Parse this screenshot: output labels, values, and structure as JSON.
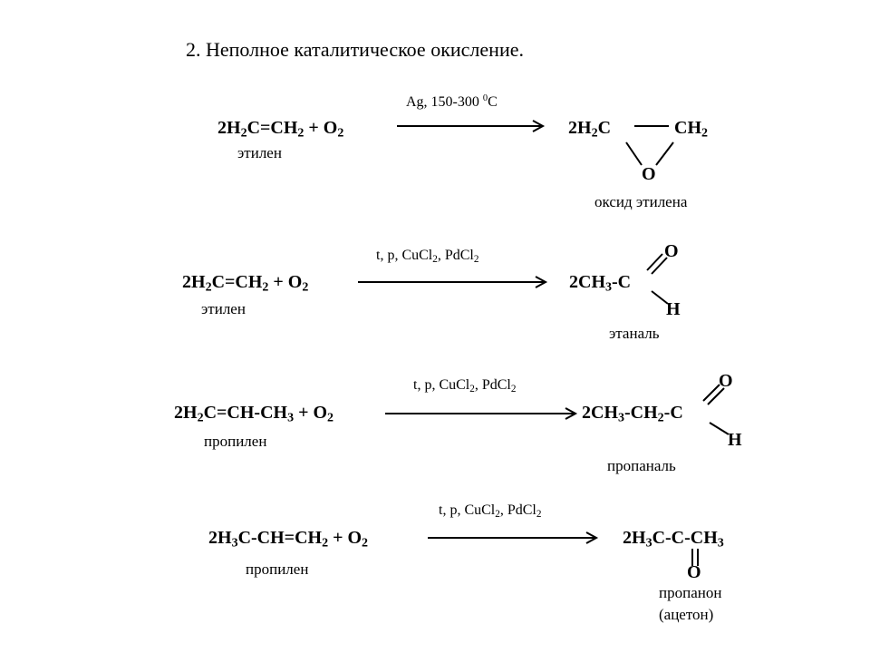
{
  "title": "2.   Неполное каталитическое окисление.",
  "reactions": [
    {
      "reactant_a": "2H",
      "reactant_b": "C=CH",
      "reactant_c": " + O",
      "conditions_a": "Ag, 150-300 ",
      "conditions_sup": "0",
      "conditions_b": "C",
      "product_left": "2H",
      "product_left_b": "C",
      "product_right": "CH",
      "product_o": "O",
      "reactant_name": "этилен",
      "product_name": "оксид этилена"
    },
    {
      "reactant_a": "2H",
      "reactant_b": "C=CH",
      "reactant_c": " + O",
      "conditions_a": "t, p, CuCl",
      "conditions_b": ", PdCl",
      "product_a": "2CH",
      "product_b": "-C",
      "product_o": "O",
      "product_h": "H",
      "reactant_name": "этилен",
      "product_name": "этаналь"
    },
    {
      "reactant_a": "2H",
      "reactant_b": "C=CH-CH",
      "reactant_c": " + O",
      "conditions_a": "t, p, CuCl",
      "conditions_b": ", PdCl",
      "product_a": "2CH",
      "product_b": "-CH",
      "product_c": "-C",
      "product_o": "O",
      "product_h": "H",
      "reactant_name": "пропилен",
      "product_name": "пропаналь"
    },
    {
      "reactant_a": "2H",
      "reactant_b": "C-CH=CH",
      "reactant_c": " + O",
      "conditions_a": "t, p, CuCl",
      "conditions_b": ", PdCl",
      "product_a": "2H",
      "product_b": "C-C-CH",
      "product_o": "O",
      "reactant_name": "пропилен",
      "product_name": "пропанон",
      "product_name_2": "(ацетон)"
    }
  ],
  "sub2": "2",
  "sub3": "3"
}
